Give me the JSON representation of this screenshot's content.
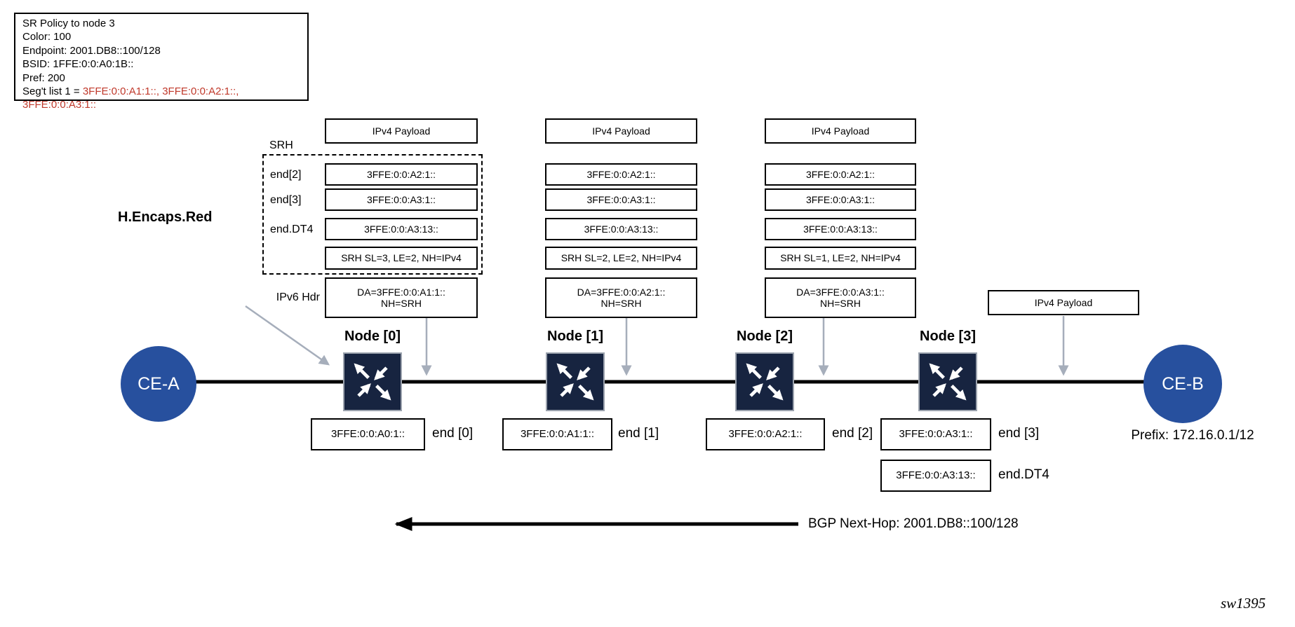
{
  "policy": {
    "line1": "SR Policy to node 3",
    "line2": "Color: 100",
    "line3": "Endpoint: 2001.DB8::100/128",
    "line4": "BSID: 1FFE:0:0:A0:1B::",
    "line5": "Pref: 200",
    "seg_label": "Seg't list 1 = ",
    "seg_value": "3FFE:0:0:A1:1::, 3FFE:0:0:A2:1::, 3FFE:0:0:A3:1::"
  },
  "encaps_label": "H.Encaps.Red",
  "srh_section": {
    "srh_label": "SRH",
    "row_labels": [
      "end[2]",
      "end[3]",
      "end.DT4"
    ],
    "ipv6_hdr_label": "IPv6 Hdr"
  },
  "stacks": {
    "s0": {
      "payload": "IPv4 Payload",
      "sids": [
        "3FFE:0:0:A2:1::",
        "3FFE:0:0:A3:1::",
        "3FFE:0:0:A3:13::"
      ],
      "srh_info": "SRH SL=3, LE=2, NH=IPv4",
      "da": "DA=3FFE:0:0:A1:1::",
      "nh": "NH=SRH"
    },
    "s1": {
      "payload": "IPv4 Payload",
      "sids": [
        "3FFE:0:0:A2:1::",
        "3FFE:0:0:A3:1::",
        "3FFE:0:0:A3:13::"
      ],
      "srh_info": "SRH SL=2, LE=2, NH=IPv4",
      "da": "DA=3FFE:0:0:A2:1::",
      "nh": "NH=SRH"
    },
    "s2": {
      "payload": "IPv4 Payload",
      "sids": [
        "3FFE:0:0:A2:1::",
        "3FFE:0:0:A3:1::",
        "3FFE:0:0:A3:13::"
      ],
      "srh_info": "SRH SL=1, LE=2, NH=IPv4",
      "da": "DA=3FFE:0:0:A3:1::",
      "nh": "NH=SRH"
    },
    "s3": {
      "payload": "IPv4 Payload"
    }
  },
  "node_titles": [
    "Node [0]",
    "Node [1]",
    "Node [2]",
    "Node [3]"
  ],
  "ce": {
    "left": "CE-A",
    "right": "CE-B",
    "prefix": "Prefix: 172.16.0.1/12"
  },
  "sid_row": [
    {
      "addr": "3FFE:0:0:A0:1::",
      "label": "end [0]"
    },
    {
      "addr": "3FFE:0:0:A1:1::",
      "label": "end [1]"
    },
    {
      "addr": "3FFE:0:0:A2:1::",
      "label": "end [2]"
    },
    {
      "addr": "3FFE:0:0:A3:1::",
      "label": "end [3]"
    },
    {
      "addr": "3FFE:0:0:A3:13::",
      "label": "end.DT4"
    }
  ],
  "bgp_label": "BGP Next-Hop: 2001.DB8::100/128",
  "watermark": "sw1395",
  "icons": {
    "router": "crossing-arrows-router-icon"
  },
  "colors": {
    "ce_circle": "#27509E",
    "node_square": "#172440",
    "seg_list_red": "#C0392B",
    "arrow_gray": "#A6AEBB"
  }
}
